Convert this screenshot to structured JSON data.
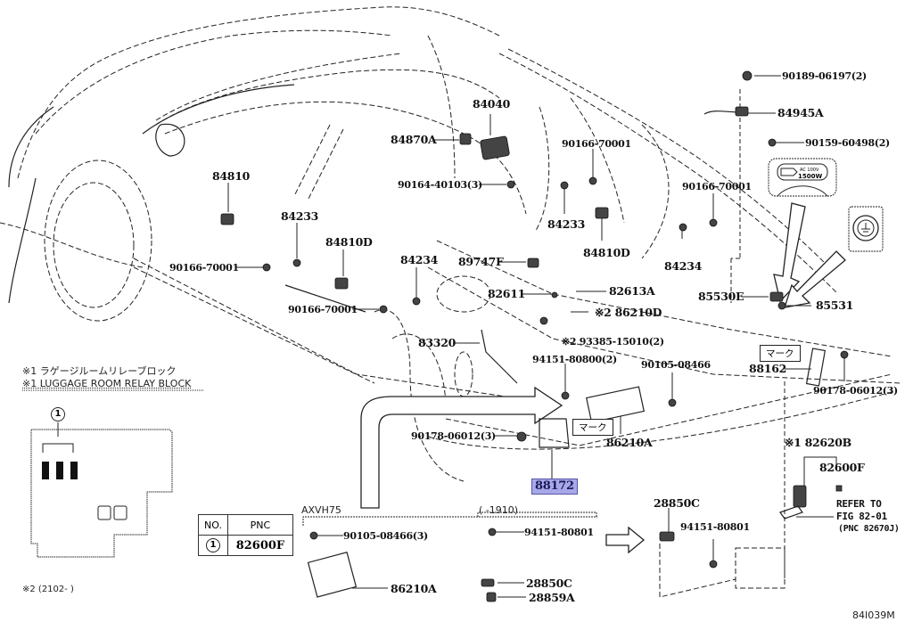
{
  "diagram": {
    "figure_id": "84I039M",
    "highlighted_part": "88172",
    "parts": [
      {
        "id": "84040",
        "label": "84040"
      },
      {
        "id": "84870A",
        "label": "84870A"
      },
      {
        "id": "90164-40103",
        "label": "90164-40103(3)"
      },
      {
        "id": "84810",
        "label": "84810"
      },
      {
        "id": "84233a",
        "label": "84233"
      },
      {
        "id": "90166-70001a",
        "label": "90166-70001"
      },
      {
        "id": "84810D_a",
        "label": "84810D"
      },
      {
        "id": "84234a",
        "label": "84234"
      },
      {
        "id": "90166-70001b",
        "label": "90166-70001"
      },
      {
        "id": "90166-70001c",
        "label": "90166-70001"
      },
      {
        "id": "84233b",
        "label": "84233"
      },
      {
        "id": "84810D_b",
        "label": "84810D"
      },
      {
        "id": "90166-70001d",
        "label": "90166-70001"
      },
      {
        "id": "84234b",
        "label": "84234"
      },
      {
        "id": "89747F",
        "label": "89747F"
      },
      {
        "id": "82611",
        "label": "82611"
      },
      {
        "id": "82613A",
        "label": "82613A"
      },
      {
        "id": "86210D",
        "label": "※2 86210D"
      },
      {
        "id": "93385-15010",
        "label": "※2 93385-15010(2)"
      },
      {
        "id": "83320",
        "label": "83320"
      },
      {
        "id": "94151-80800",
        "label": "94151-80800(2)"
      },
      {
        "id": "90105-08466a",
        "label": "90105-08466"
      },
      {
        "id": "90178-06012a",
        "label": "90178-06012(3)"
      },
      {
        "id": "86210A_a",
        "label": "86210A"
      },
      {
        "id": "88172",
        "label": "88172"
      },
      {
        "id": "90189-06197",
        "label": "90189-06197(2)"
      },
      {
        "id": "84945A",
        "label": "84945A"
      },
      {
        "id": "90159-60498",
        "label": "90159-60498(2)"
      },
      {
        "id": "85530E",
        "label": "85530E"
      },
      {
        "id": "85531",
        "label": "85531"
      },
      {
        "id": "88162",
        "label": "88162"
      },
      {
        "id": "90178-06012b",
        "label": "90178-06012(3)"
      },
      {
        "id": "82620B",
        "label": "※1 82620B"
      },
      {
        "id": "82600F",
        "label": "82600F"
      },
      {
        "id": "refer",
        "label": "REFER TO"
      },
      {
        "id": "refer2",
        "label": "FIG 82-01"
      },
      {
        "id": "refer3",
        "label": "(PNC 82670J)"
      },
      {
        "id": "28850C_a",
        "label": "28850C"
      },
      {
        "id": "94151-80801a",
        "label": "94151-80801"
      },
      {
        "id": "90105-08466b",
        "label": "90105-08466(3)"
      },
      {
        "id": "86210A_b",
        "label": "86210A"
      },
      {
        "id": "94151-80801b",
        "label": "94151-80801"
      },
      {
        "id": "28850C_b",
        "label": "28850C"
      },
      {
        "id": "28859A",
        "label": "28859A"
      }
    ],
    "marks": {
      "mark1": "マーク",
      "mark2": "マーク"
    },
    "outlet_label": {
      "line1": "AC 100V",
      "line2": "1500W"
    },
    "notes": {
      "relay_jp": "※1 ラゲージルームリレーブロック",
      "relay_en": "※1 LUGGAGE ROOM RELAY BLOCK",
      "note2": "※2 (2102-        )",
      "axvh75": "AXVH75",
      "range1910": "(       -1910)"
    },
    "pnc_table": {
      "headers": [
        "NO.",
        "PNC"
      ],
      "rows": [
        {
          "no": "1",
          "pnc": "82600F"
        }
      ]
    },
    "relay_callout": "1"
  }
}
